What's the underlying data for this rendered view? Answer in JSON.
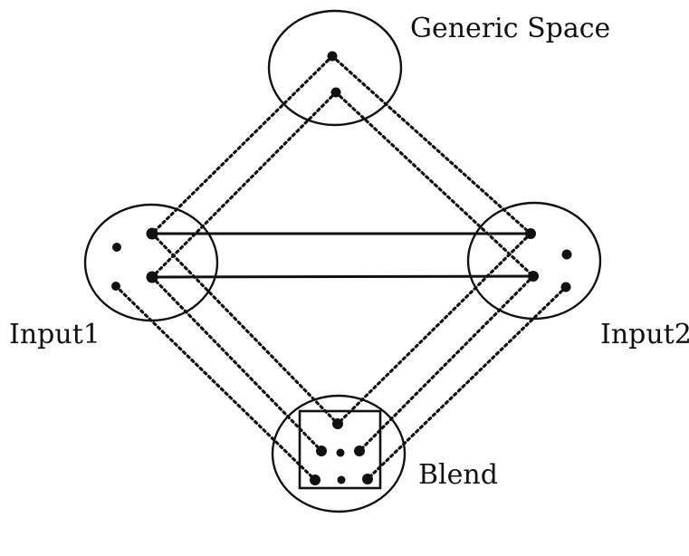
{
  "labels": {
    "generic": "Generic Space",
    "input1": "Input1",
    "input2": "Input2",
    "blend": "Blend"
  },
  "colors": {
    "ink": "#111111",
    "background": "#ffffff"
  }
}
